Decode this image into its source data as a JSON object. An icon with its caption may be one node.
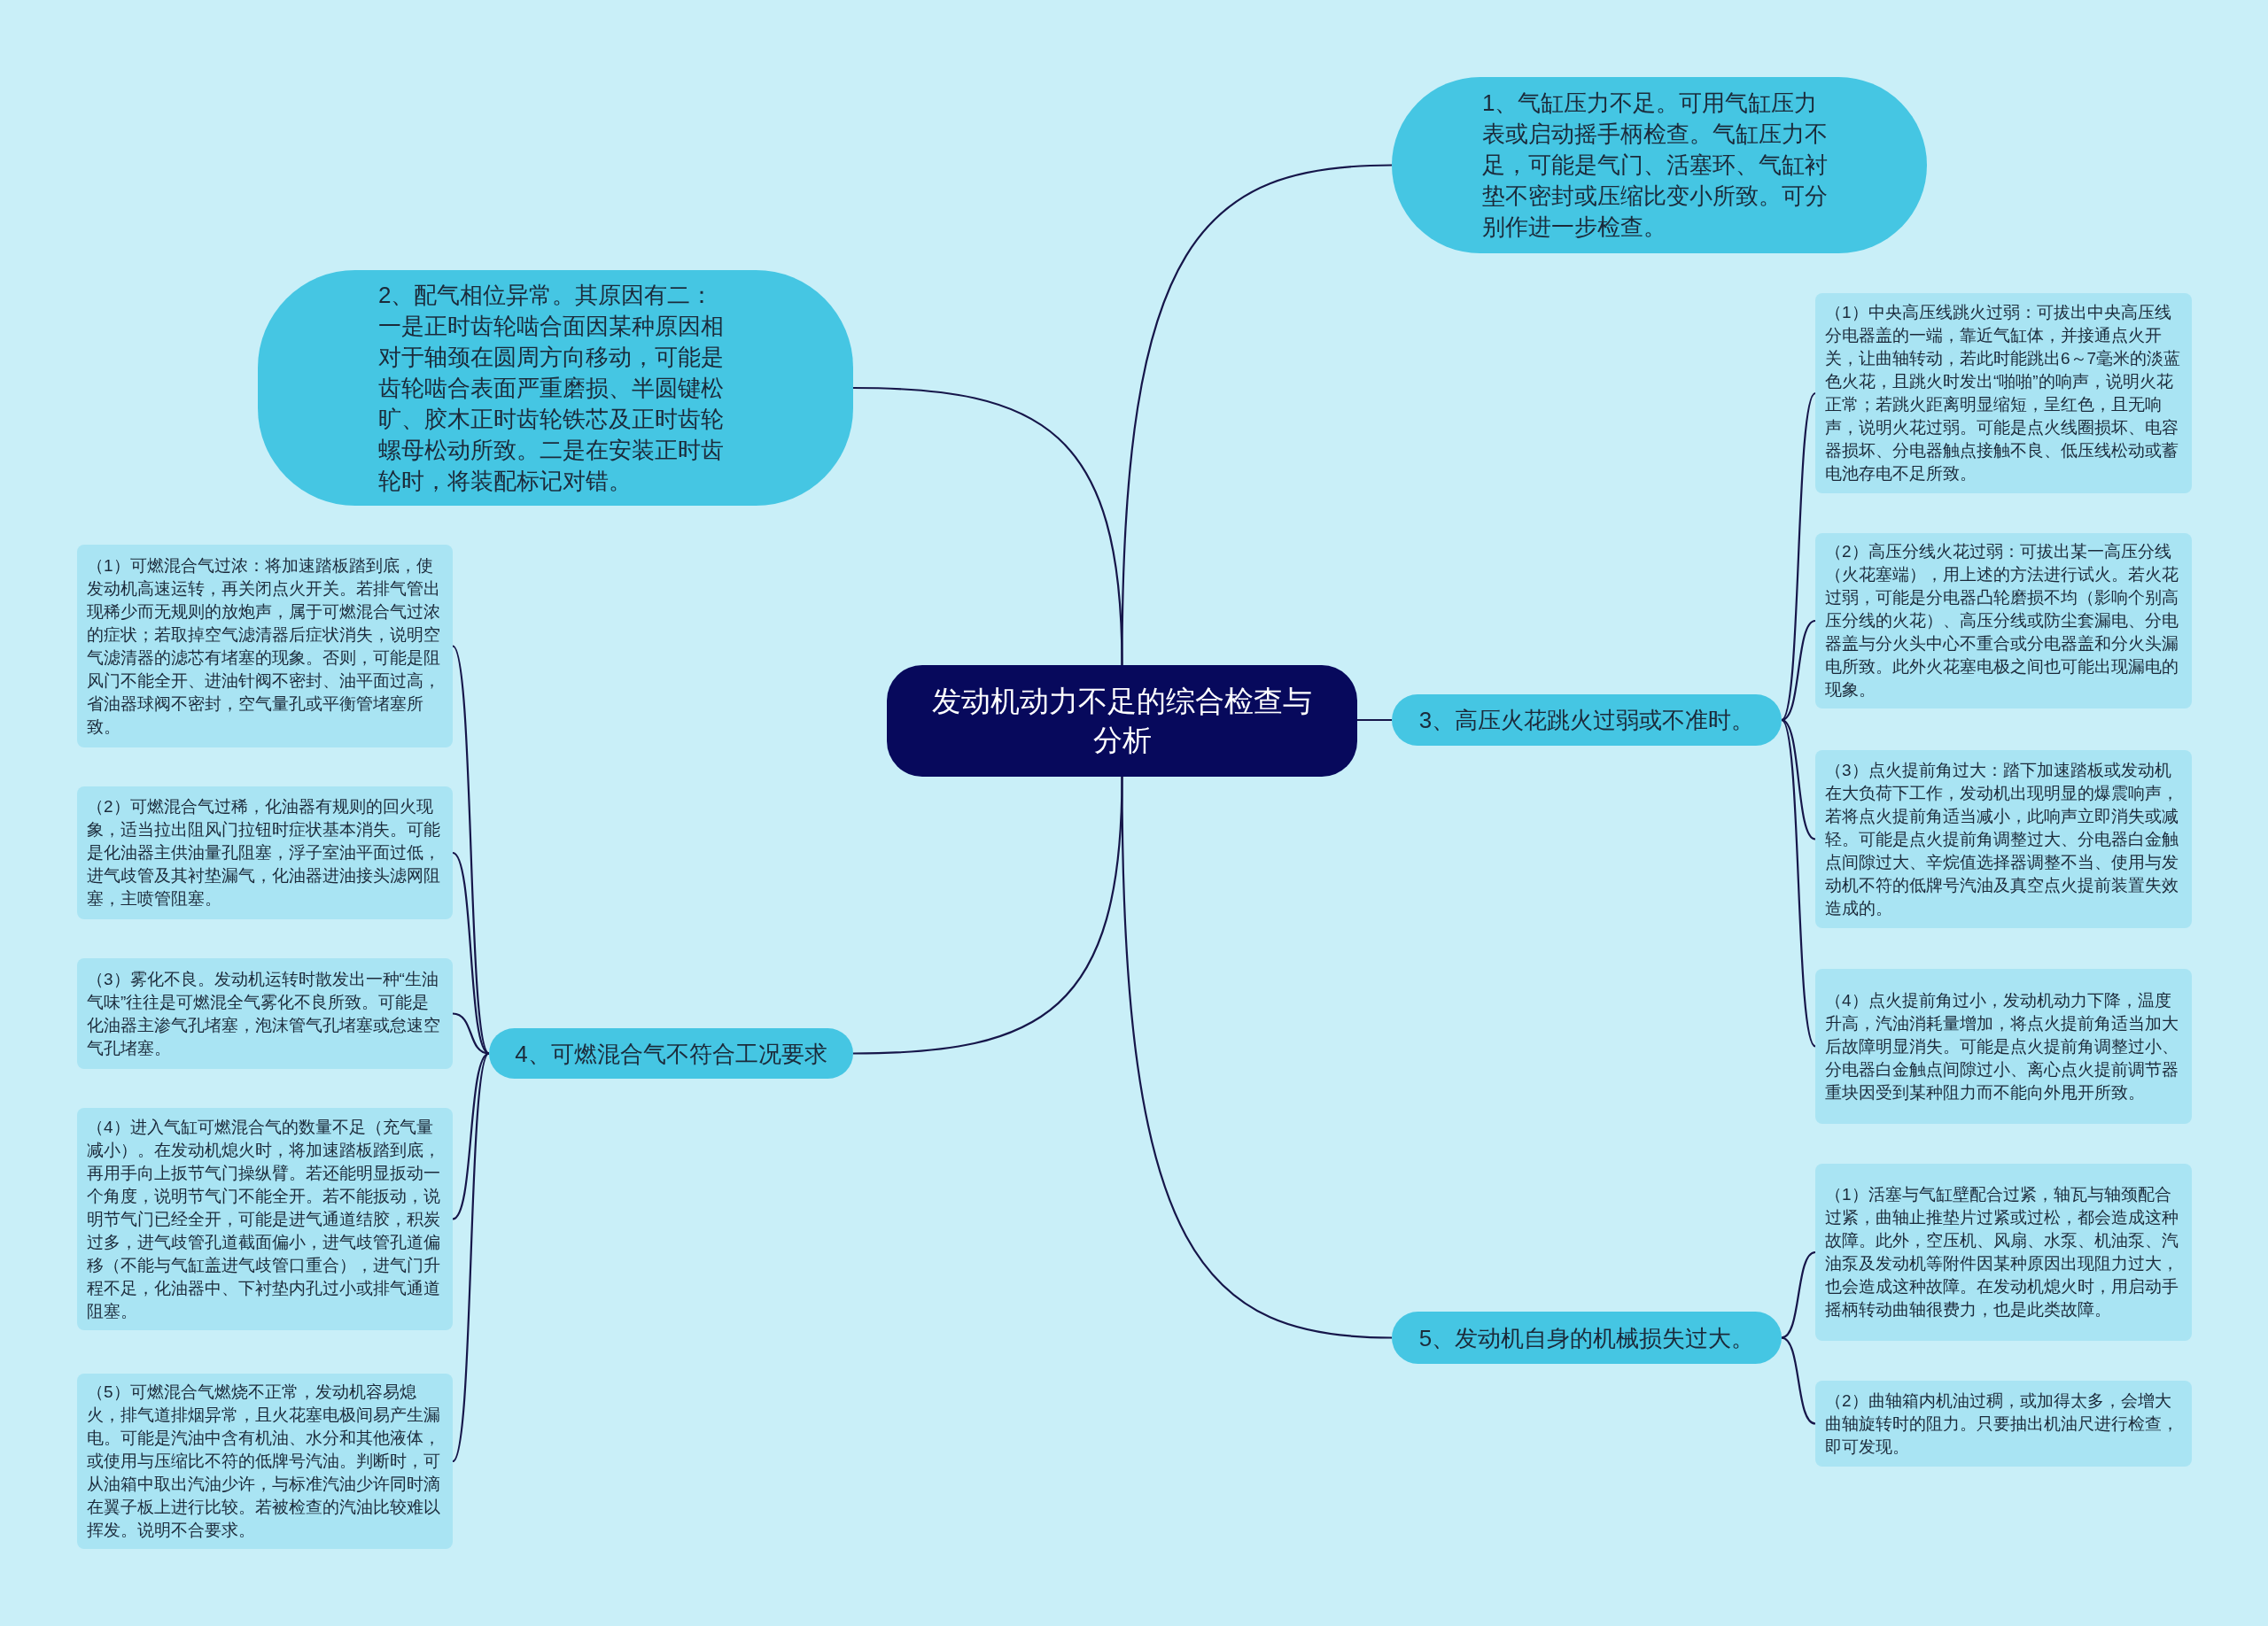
{
  "diagram": {
    "nodes": [
      {
        "text": [
          "发动机动力不足的综合检查与分析"
        ]
      },
      {
        "text": [
          "1、气缸压力不足。可用气缸压力表或启动摇手柄检查。气缸压力不足，可能是气门、活塞环、气缸衬垫不密封或压缩比变小所致。可分别作进一步检查。"
        ]
      },
      {
        "text": [
          "2、配气相位异常。其原因有二：一是正时齿轮啮合面因某种原因相对于轴颈在圆周方向移动，可能是齿轮啮合表面严重磨损、半圆键松旷、胶木正时齿轮铁芯及正时齿轮螺母松动所致。二是在安装正时齿轮时，将装配标记对错。"
        ]
      },
      {
        "text": [
          "3、高压火花跳火过弱或不准时。"
        ]
      },
      {
        "text": [
          "（1）中央高压线跳火过弱：可拔出中央高压线分电器盖的一端，靠近气缸体，并接通点火开关，让曲轴转动，若此时能跳出6～7毫米的淡蓝色火花，且跳火时发出“啪啪”的响声，说明火花正常；若跳火距离明显缩短，呈红色，且无响声，说明火花过弱。可能是点火线圈损坏、电容器损坏、分电器触点接触不良、低压线松动或蓄电池存电不足所致。"
        ]
      },
      {
        "text": [
          "（2）高压分线火花过弱：可拔出某一高压分线（火花塞端），用上述的方法进行试火。若火花过弱，可能是分电器凸轮磨损不均（影响个别高压分线的火花）、高压分线或防尘套漏电、分电器盖与分火头中心不重合或分电器盖和分火头漏电所致。此外火花塞电极之间也可能出现漏电的现象。"
        ]
      },
      {
        "text": [
          "（3）点火提前角过大：踏下加速踏板或发动机在大负荷下工作，发动机出现明显的爆震响声，若将点火提前角适当减小，此响声立即消失或减轻。可能是点火提前角调整过大、分电器白金触点间隙过大、辛烷值选择器调整不当、使用与发动机不符的低牌号汽油及真空点火提前装置失效造成的。"
        ]
      },
      {
        "text": [
          "（4）点火提前角过小，发动机动力下降，温度升高，汽油消耗量增加，将点火提前角适当加大后故障明显消失。可能是点火提前角调整过小、分电器白金触点间隙过小、离心点火提前调节器重块因受到某种阻力而不能向外甩开所致。"
        ]
      },
      {
        "text": [
          "4、可燃混合气不符合工况要求"
        ]
      },
      {
        "text": [
          "（1）可燃混合气过浓：将加速踏板踏到底，使发动机高速运转，再关闭点火开关。若排气管出现稀少而无规则的放炮声，属于可燃混合气过浓的症状；若取掉空气滤清器后症状消失，说明空气滤清器的滤芯有堵塞的现象。否则，可能是阻风门不能全开、进油针阀不密封、油平面过高，省油器球阀不密封，空气量孔或平衡管堵塞所致。"
        ]
      },
      {
        "text": [
          "（2）可燃混合气过稀，化油器有规则的回火现象，适当拉出阻风门拉钮时症状基本消失。可能是化油器主供油量孔阻塞，浮子室油平面过低，进气歧管及其衬垫漏气，化油器进油接头滤网阻塞，主喷管阻塞。"
        ]
      },
      {
        "text": [
          "（3）雾化不良。发动机运转时散发出一种“生油气味”往往是可燃混全气雾化不良所致。可能是化油器主渗气孔堵塞，泡沫管气孔堵塞或怠速空气孔堵塞。"
        ]
      },
      {
        "text": [
          "（4）进入气缸可燃混合气的数量不足（充气量减小）。在发动机熄火时，将加速踏板踏到底，再用手向上扳节气门操纵臂。若还能明显扳动一个角度，说明节气门不能全开。若不能扳动，说明节气门已经全开，可能是进气通道结胶，积炭过多，进气歧管孔道截面偏小，进气歧管孔道偏移（不能与气缸盖进气歧管口重合），进气门升程不足，化油器中、下衬垫内孔过小或排气通道阻塞。"
        ]
      },
      {
        "text": [
          "（5）可燃混合气燃烧不正常，发动机容易熄火，排气道排烟异常，且火花塞电极间易产生漏电。可能是汽油中含有机油、水分和其他液体，或使用与压缩比不符的低牌号汽油。判断时，可从油箱中取出汽油少许，与标准汽油少许同时滴在翼子板上进行比较。若被检查的汽油比较难以挥发。说明不合要求。"
        ]
      },
      {
        "text": [
          "5、发动机自身的机械损失过大。"
        ]
      },
      {
        "text": [
          "（1）活塞与气缸壁配合过紧，轴瓦与轴颈配合过紧，曲轴止推垫片过紧或过松，都会造成这种故障。此外，空压机、风扇、水泵、机油泵、汽油泵及发动机等附件因某种原因出现阻力过大，也会造成这种故障。在发动机熄火时，用启动手摇柄转动曲轴很费力，也是此类故障。"
        ]
      },
      {
        "text": [
          "（2）曲轴箱内机油过稠，或加得太多，会增大曲轴旋转时的阻力。只要抽出机油尺进行检查，即可发现。"
        ]
      }
    ],
    "edges": [
      {
        "from": 0,
        "to": 1,
        "arrow": "none"
      },
      {
        "from": 0,
        "to": 2,
        "arrow": "none"
      },
      {
        "from": 0,
        "to": 3,
        "arrow": "none"
      },
      {
        "from": 3,
        "to": 4,
        "arrow": "none"
      },
      {
        "from": 3,
        "to": 5,
        "arrow": "none"
      },
      {
        "from": 3,
        "to": 6,
        "arrow": "none"
      },
      {
        "from": 3,
        "to": 7,
        "arrow": "none"
      },
      {
        "from": 0,
        "to": 8,
        "arrow": "none"
      },
      {
        "from": 8,
        "to": 9,
        "arrow": "none"
      },
      {
        "from": 8,
        "to": 10,
        "arrow": "none"
      },
      {
        "from": 8,
        "to": 11,
        "arrow": "none"
      },
      {
        "from": 8,
        "to": 12,
        "arrow": "none"
      },
      {
        "from": 8,
        "to": 13,
        "arrow": "none"
      },
      {
        "from": 0,
        "to": 14,
        "arrow": "none"
      },
      {
        "from": 14,
        "to": 15,
        "arrow": "none"
      },
      {
        "from": 14,
        "to": 16,
        "arrow": "none"
      }
    ]
  }
}
